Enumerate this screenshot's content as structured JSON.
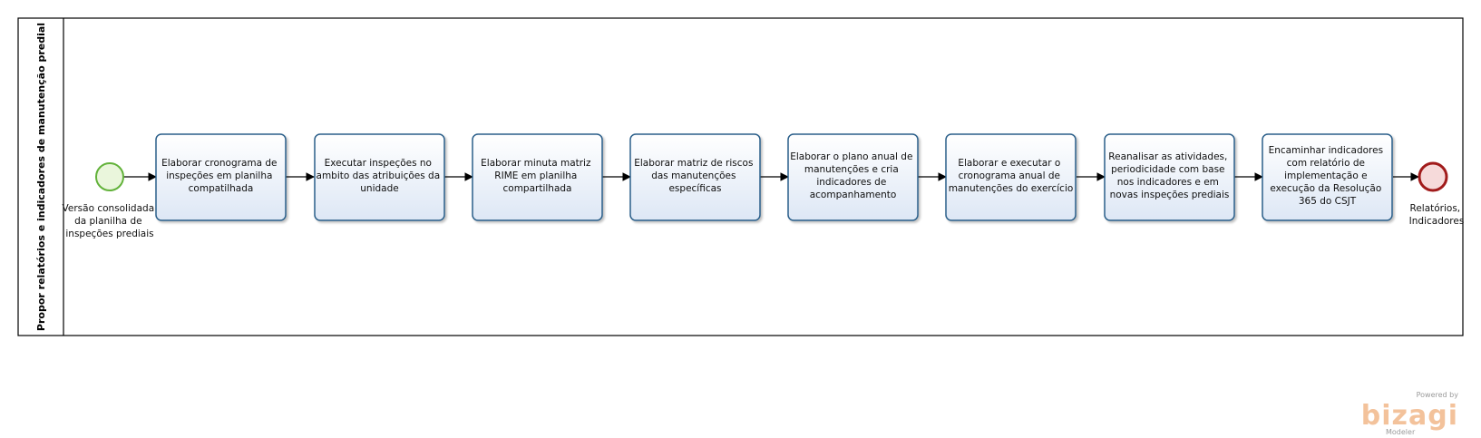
{
  "pool": {
    "title": "Propor relatórios e indicadores de manutenção predial"
  },
  "start_event": {
    "label_lines": [
      "Versão consolidada",
      "da planilha de",
      "inspeções prediais"
    ]
  },
  "tasks": [
    {
      "lines": [
        "Elaborar cronograma de",
        "inspeções em planilha",
        "compatilhada"
      ]
    },
    {
      "lines": [
        "Executar inspeções no",
        "ambito das atribuições da",
        "unidade"
      ]
    },
    {
      "lines": [
        "Elaborar minuta matriz",
        "RIME em planilha",
        "compartilhada"
      ]
    },
    {
      "lines": [
        "Elaborar matriz de riscos",
        "das manutenções",
        "específicas"
      ]
    },
    {
      "lines": [
        "Elaborar o plano anual de",
        "manutenções e cria",
        "indicadores de",
        "acompanhamento"
      ]
    },
    {
      "lines": [
        "Elaborar e executar o",
        "cronograma anual de",
        "manutenções do exercício"
      ]
    },
    {
      "lines": [
        "Reanalisar as atividades,",
        "periodicidade com base",
        "nos indicadores e em",
        "novas inspeções prediais"
      ]
    },
    {
      "lines": [
        "Encaminhar indicadores",
        "com relatório de",
        "implementação e",
        "execução da Resolução",
        "365 do CSJT"
      ]
    }
  ],
  "end_event": {
    "label_lines": [
      "Relatórios,",
      "Indicadores"
    ]
  },
  "watermark": {
    "powered_by": "Powered by",
    "brand": "bizagi",
    "product": "Modeler"
  },
  "colors": {
    "start_stroke": "#62b23a",
    "start_fill": "#eaf6dc",
    "end_stroke": "#a11b1b",
    "end_fill": "#f6dada",
    "task_stroke": "#2c5f8a",
    "task_fill_top": "#ffffff",
    "task_fill_bottom": "#dfe8f5",
    "pool_stroke": "#000000"
  }
}
